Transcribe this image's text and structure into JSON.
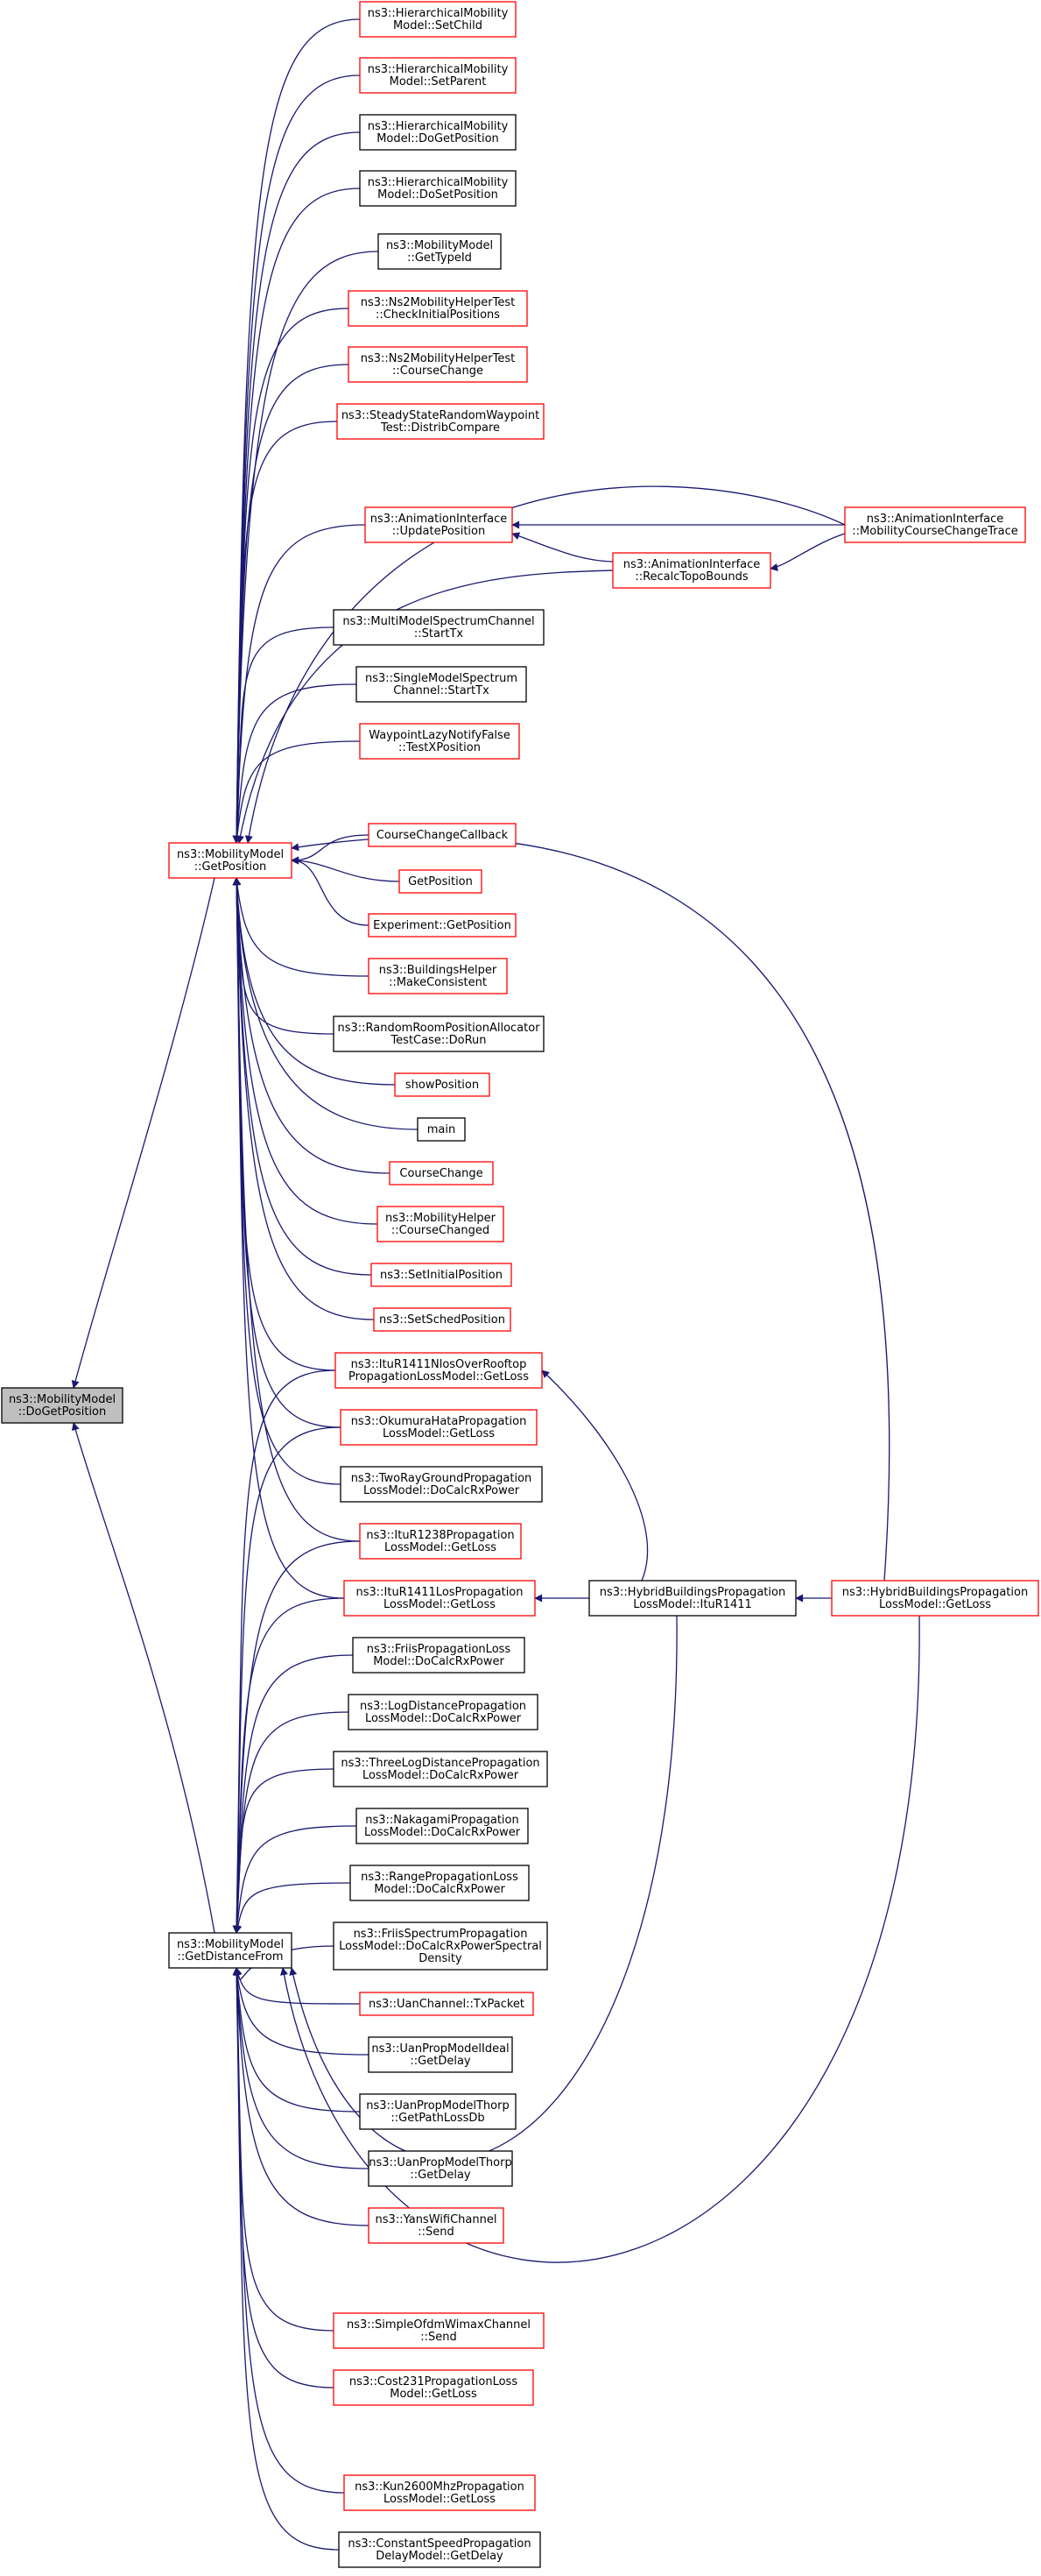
{
  "colors": {
    "edge": "#191970",
    "node_border_default": "#000000",
    "node_border_red": "#ff0000",
    "node_fill_root": "#bfbfbf",
    "node_fill": "#ffffff"
  },
  "nodes": [
    {
      "id": "root",
      "style": "root",
      "lines": [
        "ns3::MobilityModel",
        "::DoGetPosition"
      ]
    },
    {
      "id": "getpos",
      "style": "red",
      "lines": [
        "ns3::MobilityModel",
        "::GetPosition"
      ]
    },
    {
      "id": "getdist",
      "style": "black",
      "lines": [
        "ns3::MobilityModel",
        "::GetDistanceFrom"
      ]
    },
    {
      "id": "hm_setchild",
      "style": "red",
      "lines": [
        "ns3::HierarchicalMobility",
        "Model::SetChild"
      ]
    },
    {
      "id": "hm_setparent",
      "style": "red",
      "lines": [
        "ns3::HierarchicalMobility",
        "Model::SetParent"
      ]
    },
    {
      "id": "hm_dogetpos",
      "style": "black",
      "lines": [
        "ns3::HierarchicalMobility",
        "Model::DoGetPosition"
      ]
    },
    {
      "id": "hm_dosetpos",
      "style": "black",
      "lines": [
        "ns3::HierarchicalMobility",
        "Model::DoSetPosition"
      ]
    },
    {
      "id": "mm_typeid",
      "style": "black",
      "lines": [
        "ns3::MobilityModel",
        "::GetTypeId"
      ]
    },
    {
      "id": "ns2_checkinit",
      "style": "red",
      "lines": [
        "ns3::Ns2MobilityHelperTest",
        "::CheckInitialPositions"
      ]
    },
    {
      "id": "ns2_course",
      "style": "red",
      "lines": [
        "ns3::Ns2MobilityHelperTest",
        "::CourseChange"
      ]
    },
    {
      "id": "ssrw",
      "style": "red",
      "lines": [
        "ns3::SteadyStateRandomWaypoint",
        "Test::DistribCompare"
      ]
    },
    {
      "id": "ai_updatepos",
      "style": "red",
      "lines": [
        "ns3::AnimationInterface",
        "::UpdatePosition"
      ]
    },
    {
      "id": "ai_recalc",
      "style": "red",
      "lines": [
        "ns3::AnimationInterface",
        "::RecalcTopoBounds"
      ]
    },
    {
      "id": "ai_mobtrace",
      "style": "red",
      "lines": [
        "ns3::AnimationInterface",
        "::MobilityCourseChangeTrace"
      ]
    },
    {
      "id": "mmsc_starttx",
      "style": "black",
      "lines": [
        "ns3::MultiModelSpectrumChannel",
        "::StartTx"
      ]
    },
    {
      "id": "smsc_starttx",
      "style": "black",
      "lines": [
        "ns3::SingleModelSpectrum",
        "Channel::StartTx"
      ]
    },
    {
      "id": "waypoint",
      "style": "red",
      "lines": [
        "WaypointLazyNotifyFalse",
        "::TestXPosition"
      ]
    },
    {
      "id": "ccc",
      "style": "red",
      "lines": [
        "CourseChangeCallback"
      ]
    },
    {
      "id": "getposition",
      "style": "red",
      "lines": [
        "GetPosition"
      ]
    },
    {
      "id": "exp_getpos",
      "style": "red",
      "lines": [
        "Experiment::GetPosition"
      ]
    },
    {
      "id": "bh_makecons",
      "style": "red",
      "lines": [
        "ns3::BuildingsHelper",
        "::MakeConsistent"
      ]
    },
    {
      "id": "rrpa",
      "style": "black",
      "lines": [
        "ns3::RandomRoomPositionAllocator",
        "TestCase::DoRun"
      ]
    },
    {
      "id": "showpos",
      "style": "red",
      "lines": [
        "showPosition"
      ]
    },
    {
      "id": "main",
      "style": "black",
      "lines": [
        "main"
      ]
    },
    {
      "id": "coursechange",
      "style": "red",
      "lines": [
        "CourseChange"
      ]
    },
    {
      "id": "mh_cc",
      "style": "red",
      "lines": [
        "ns3::MobilityHelper",
        "::CourseChanged"
      ]
    },
    {
      "id": "setinit",
      "style": "red",
      "lines": [
        "ns3::SetInitialPosition"
      ]
    },
    {
      "id": "setsched",
      "style": "red",
      "lines": [
        "ns3::SetSchedPosition"
      ]
    },
    {
      "id": "itu_nlos",
      "style": "red",
      "lines": [
        "ns3::ItuR1411NlosOverRooftop",
        "PropagationLossModel::GetLoss"
      ]
    },
    {
      "id": "okumura",
      "style": "red",
      "lines": [
        "ns3::OkumuraHataPropagation",
        "LossModel::GetLoss"
      ]
    },
    {
      "id": "tworay",
      "style": "black",
      "lines": [
        "ns3::TwoRayGroundPropagation",
        "LossModel::DoCalcRxPower"
      ]
    },
    {
      "id": "itu1238",
      "style": "red",
      "lines": [
        "ns3::ItuR1238Propagation",
        "LossModel::GetLoss"
      ]
    },
    {
      "id": "itu_los",
      "style": "red",
      "lines": [
        "ns3::ItuR1411LosPropagation",
        "LossModel::GetLoss"
      ]
    },
    {
      "id": "hb_itu",
      "style": "black",
      "lines": [
        "ns3::HybridBuildingsPropagation",
        "LossModel::ItuR1411"
      ]
    },
    {
      "id": "hb_getloss",
      "style": "red",
      "lines": [
        "ns3::HybridBuildingsPropagation",
        "LossModel::GetLoss"
      ]
    },
    {
      "id": "friis",
      "style": "black",
      "lines": [
        "ns3::FriisPropagationLoss",
        "Model::DoCalcRxPower"
      ]
    },
    {
      "id": "logdist",
      "style": "black",
      "lines": [
        "ns3::LogDistancePropagation",
        "LossModel::DoCalcRxPower"
      ]
    },
    {
      "id": "threelog",
      "style": "black",
      "lines": [
        "ns3::ThreeLogDistancePropagation",
        "LossModel::DoCalcRxPower"
      ]
    },
    {
      "id": "nakagami",
      "style": "black",
      "lines": [
        "ns3::NakagamiPropagation",
        "LossModel::DoCalcRxPower"
      ]
    },
    {
      "id": "range",
      "style": "black",
      "lines": [
        "ns3::RangePropagationLoss",
        "Model::DoCalcRxPower"
      ]
    },
    {
      "id": "friis_spec",
      "style": "black",
      "lines": [
        "ns3::FriisSpectrumPropagation",
        "LossModel::DoCalcRxPowerSpectral",
        "Density"
      ]
    },
    {
      "id": "uan_tx",
      "style": "red",
      "lines": [
        "ns3::UanChannel::TxPacket"
      ]
    },
    {
      "id": "uan_ideal",
      "style": "black",
      "lines": [
        "ns3::UanPropModelIdeal",
        "::GetDelay"
      ]
    },
    {
      "id": "uan_thorp_pl",
      "style": "black",
      "lines": [
        "ns3::UanPropModelThorp",
        "::GetPathLossDb"
      ]
    },
    {
      "id": "uan_thorp_d",
      "style": "black",
      "lines": [
        "ns3::UanPropModelThorp",
        "::GetDelay"
      ]
    },
    {
      "id": "yans",
      "style": "red",
      "lines": [
        "ns3::YansWifiChannel",
        "::Send"
      ]
    },
    {
      "id": "ofdm",
      "style": "red",
      "lines": [
        "ns3::SimpleOfdmWimaxChannel",
        "::Send"
      ]
    },
    {
      "id": "cost231",
      "style": "red",
      "lines": [
        "ns3::Cost231PropagationLoss",
        "Model::GetLoss"
      ]
    },
    {
      "id": "kun",
      "style": "red",
      "lines": [
        "ns3::Kun2600MhzPropagation",
        "LossModel::GetLoss"
      ]
    },
    {
      "id": "constspeed",
      "style": "black",
      "lines": [
        "ns3::ConstantSpeedPropagation",
        "DelayModel::GetDelay"
      ]
    }
  ]
}
